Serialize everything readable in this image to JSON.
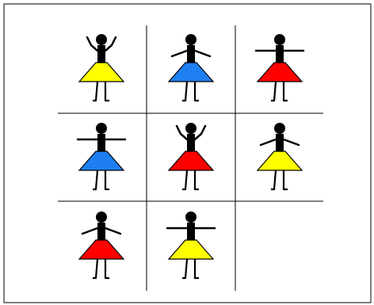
{
  "grid": {
    "rows": 3,
    "columns": 3,
    "line_color": "#000000",
    "frame_color": "#000000",
    "background": "#ffffff"
  },
  "colors": {
    "yellow": "#ffff00",
    "blue": "#1e7ff0",
    "red": "#ff0000",
    "figure": "#000000"
  },
  "figures": [
    {
      "row": 0,
      "col": 0,
      "skirt": "yellow",
      "arms": "up"
    },
    {
      "row": 0,
      "col": 1,
      "skirt": "blue",
      "arms": "diagonal-up"
    },
    {
      "row": 0,
      "col": 2,
      "skirt": "red",
      "arms": "horizontal"
    },
    {
      "row": 1,
      "col": 0,
      "skirt": "blue",
      "arms": "horizontal"
    },
    {
      "row": 1,
      "col": 1,
      "skirt": "red",
      "arms": "up"
    },
    {
      "row": 1,
      "col": 2,
      "skirt": "yellow",
      "arms": "diagonal-up"
    },
    {
      "row": 2,
      "col": 0,
      "skirt": "red",
      "arms": "diagonal-up"
    },
    {
      "row": 2,
      "col": 1,
      "skirt": "yellow",
      "arms": "horizontal"
    }
  ],
  "empty_cells": [
    {
      "row": 2,
      "col": 2
    }
  ]
}
